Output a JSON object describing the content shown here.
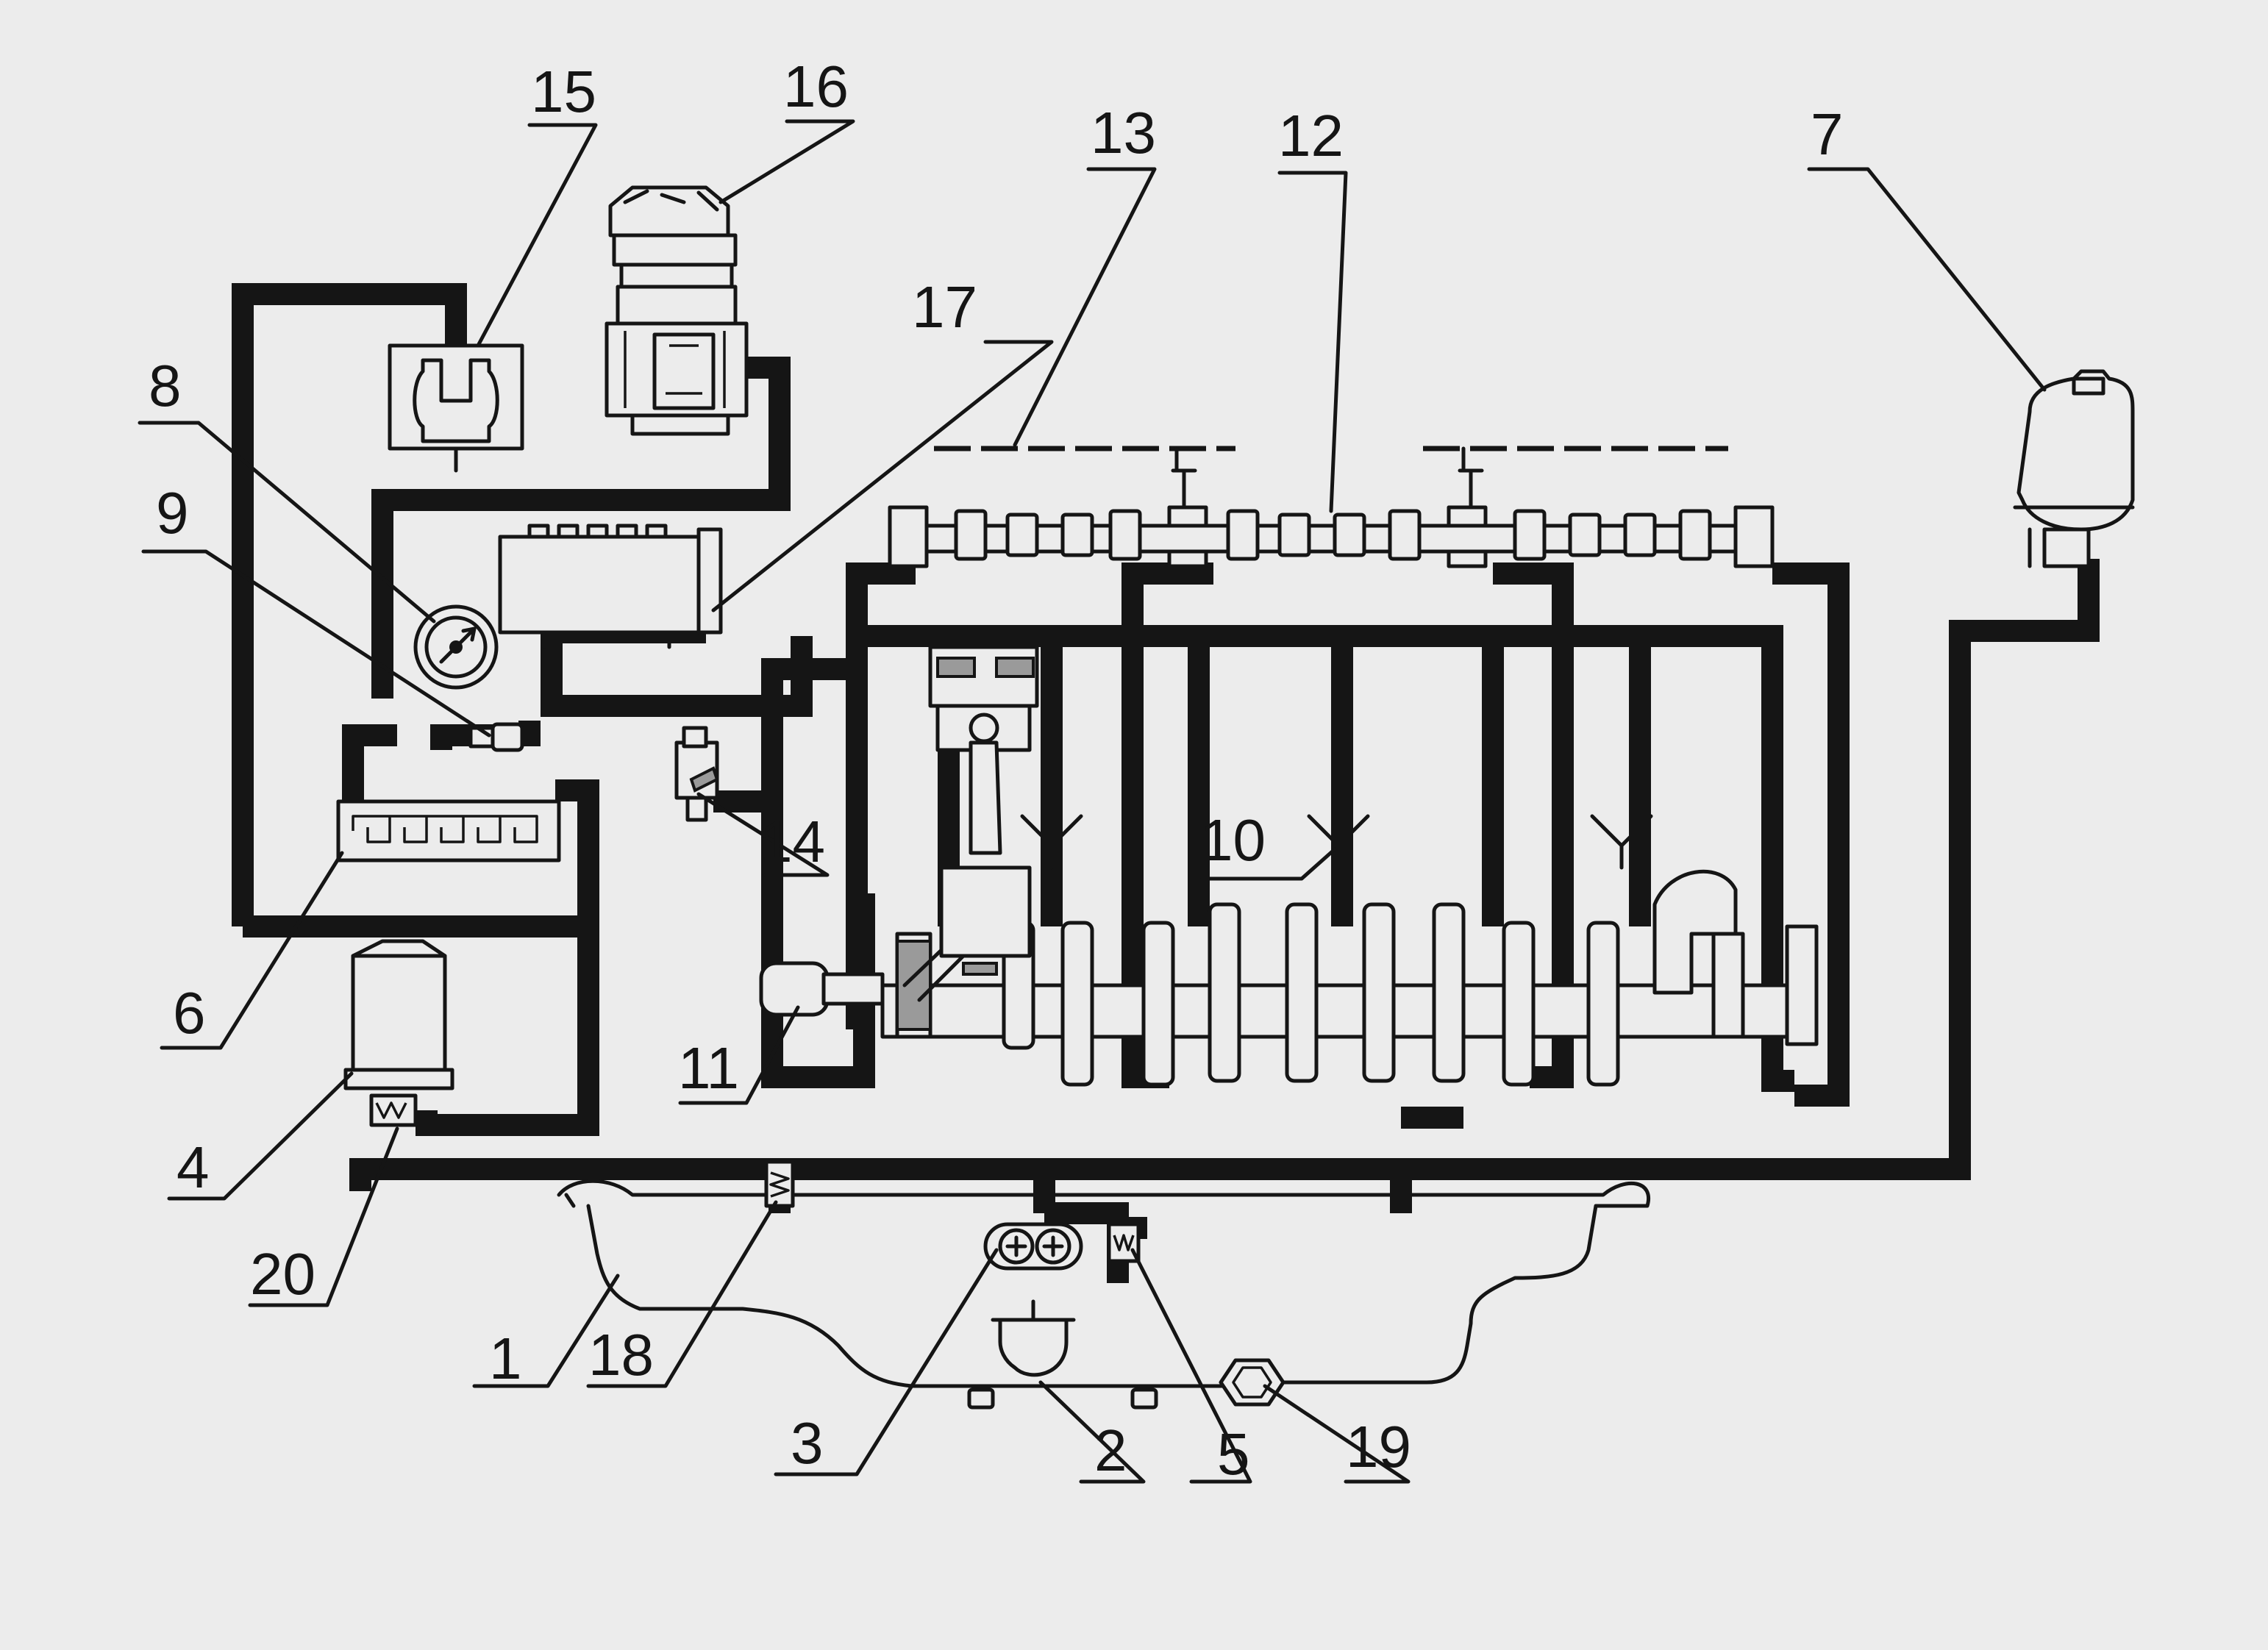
{
  "diagram": {
    "callouts": [
      {
        "id": "c1",
        "label": "1"
      },
      {
        "id": "c2",
        "label": "2"
      },
      {
        "id": "c3",
        "label": "3"
      },
      {
        "id": "c4",
        "label": "4"
      },
      {
        "id": "c5",
        "label": "5"
      },
      {
        "id": "c6",
        "label": "6"
      },
      {
        "id": "c7",
        "label": "7"
      },
      {
        "id": "c8",
        "label": "8"
      },
      {
        "id": "c9",
        "label": "9"
      },
      {
        "id": "c10",
        "label": "10"
      },
      {
        "id": "c11",
        "label": "11"
      },
      {
        "id": "c12",
        "label": "12"
      },
      {
        "id": "c13",
        "label": "13"
      },
      {
        "id": "c14",
        "label": "14"
      },
      {
        "id": "c15",
        "label": "15"
      },
      {
        "id": "c16",
        "label": "16"
      },
      {
        "id": "c17",
        "label": "17"
      },
      {
        "id": "c18",
        "label": "18"
      },
      {
        "id": "c19",
        "label": "19"
      },
      {
        "id": "c20",
        "label": "20"
      }
    ],
    "colors": {
      "background": "#ececec",
      "ink": "#151515"
    }
  }
}
